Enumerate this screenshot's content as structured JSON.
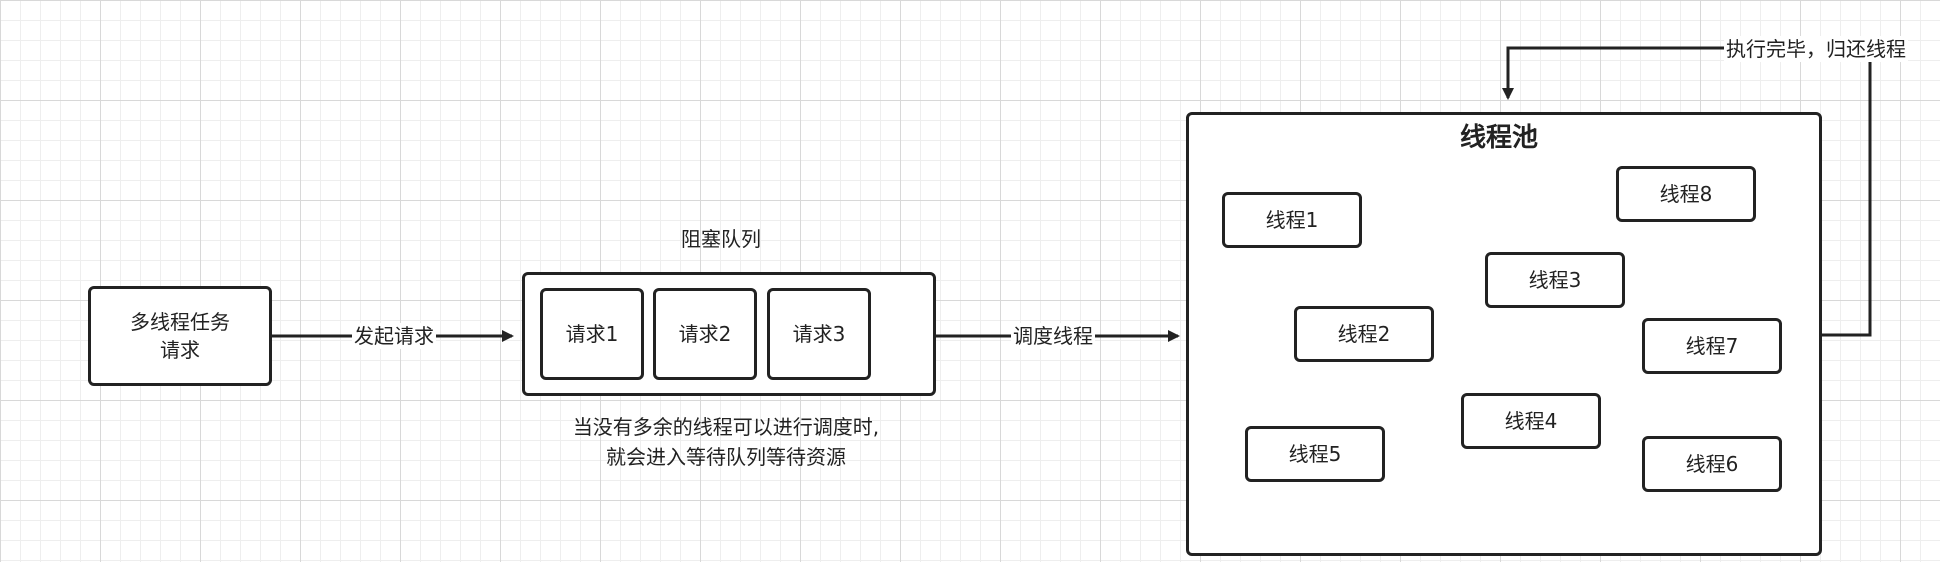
{
  "source_node": {
    "label_line1": "多线程任务",
    "label_line2": "请求"
  },
  "edges": {
    "submit": "发起请求",
    "dispatch": "调度线程",
    "return": "执行完毕，归还线程"
  },
  "queue": {
    "title": "阻塞队列",
    "items": [
      "请求1",
      "请求2",
      "请求3"
    ],
    "note_line1": "当没有多余的线程可以进行调度时,",
    "note_line2": "就会进入等待队列等待资源"
  },
  "pool": {
    "title": "线程池",
    "threads": [
      "线程1",
      "线程2",
      "线程3",
      "线程4",
      "线程5",
      "线程6",
      "线程7",
      "线程8"
    ]
  },
  "colors": {
    "stroke": "#222222",
    "background": "#ffffff",
    "grid_major": "#d8d8d8",
    "grid_minor": "#eeeeee"
  }
}
